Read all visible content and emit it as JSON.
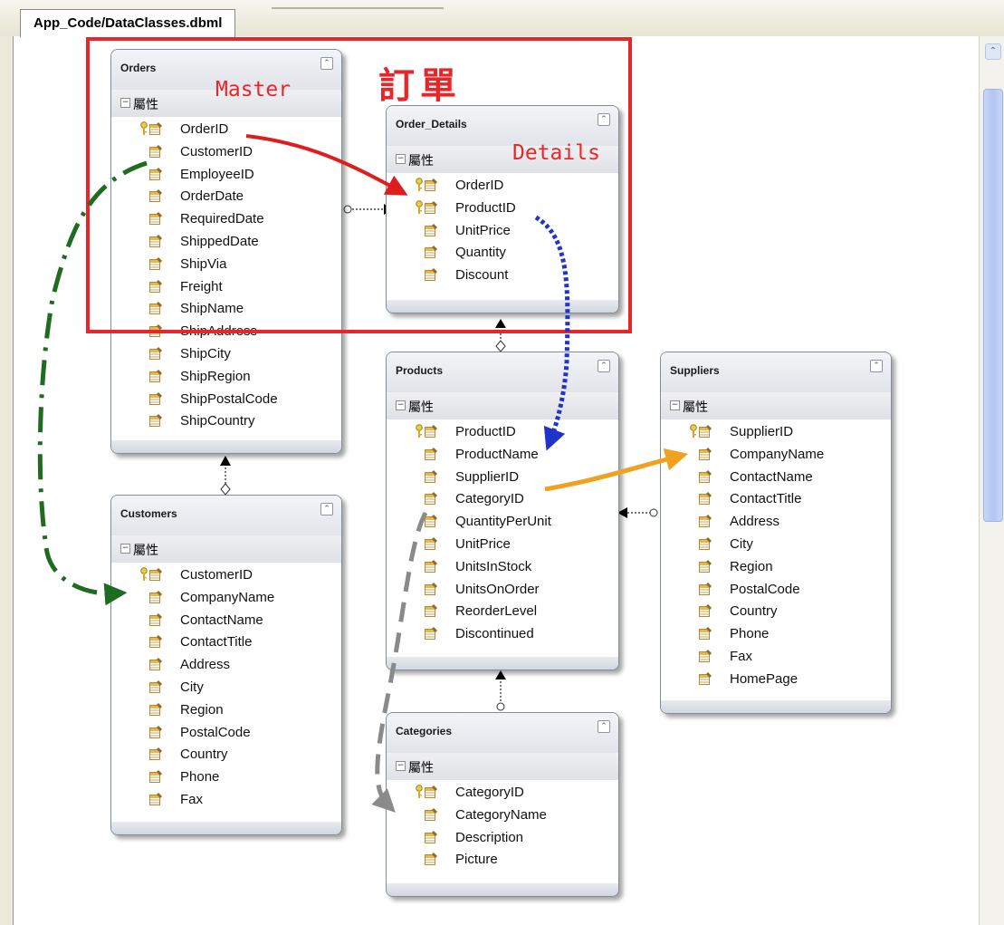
{
  "tab": {
    "label": "App_Code/DataClasses.dbml"
  },
  "annotations": {
    "title_zh": "訂單",
    "master": "Master",
    "details": "Details"
  },
  "colors": {
    "annotation_red": "#e8262a",
    "arrow_red": "#e01d1d",
    "arrow_blue": "#2233cc",
    "arrow_green": "#1f6b1f",
    "arrow_orange": "#f2a020",
    "arrow_gray": "#8a8a8a"
  },
  "group_label": "屬性",
  "entities": {
    "orders": {
      "name": "Orders",
      "props": [
        {
          "name": "OrderID",
          "key": true
        },
        {
          "name": "CustomerID",
          "key": false
        },
        {
          "name": "EmployeeID",
          "key": false
        },
        {
          "name": "OrderDate",
          "key": false
        },
        {
          "name": "RequiredDate",
          "key": false
        },
        {
          "name": "ShippedDate",
          "key": false
        },
        {
          "name": "ShipVia",
          "key": false
        },
        {
          "name": "Freight",
          "key": false
        },
        {
          "name": "ShipName",
          "key": false
        },
        {
          "name": "ShipAddress",
          "key": false
        },
        {
          "name": "ShipCity",
          "key": false
        },
        {
          "name": "ShipRegion",
          "key": false
        },
        {
          "name": "ShipPostalCode",
          "key": false
        },
        {
          "name": "ShipCountry",
          "key": false
        }
      ]
    },
    "order_details": {
      "name": "Order_Details",
      "props": [
        {
          "name": "OrderID",
          "key": true
        },
        {
          "name": "ProductID",
          "key": true
        },
        {
          "name": "UnitPrice",
          "key": false
        },
        {
          "name": "Quantity",
          "key": false
        },
        {
          "name": "Discount",
          "key": false
        }
      ]
    },
    "products": {
      "name": "Products",
      "props": [
        {
          "name": "ProductID",
          "key": true
        },
        {
          "name": "ProductName",
          "key": false
        },
        {
          "name": "SupplierID",
          "key": false
        },
        {
          "name": "CategoryID",
          "key": false
        },
        {
          "name": "QuantityPerUnit",
          "key": false
        },
        {
          "name": "UnitPrice",
          "key": false
        },
        {
          "name": "UnitsInStock",
          "key": false
        },
        {
          "name": "UnitsOnOrder",
          "key": false
        },
        {
          "name": "ReorderLevel",
          "key": false
        },
        {
          "name": "Discontinued",
          "key": false
        }
      ]
    },
    "suppliers": {
      "name": "Suppliers",
      "props": [
        {
          "name": "SupplierID",
          "key": true
        },
        {
          "name": "CompanyName",
          "key": false
        },
        {
          "name": "ContactName",
          "key": false
        },
        {
          "name": "ContactTitle",
          "key": false
        },
        {
          "name": "Address",
          "key": false
        },
        {
          "name": "City",
          "key": false
        },
        {
          "name": "Region",
          "key": false
        },
        {
          "name": "PostalCode",
          "key": false
        },
        {
          "name": "Country",
          "key": false
        },
        {
          "name": "Phone",
          "key": false
        },
        {
          "name": "Fax",
          "key": false
        },
        {
          "name": "HomePage",
          "key": false
        }
      ]
    },
    "customers": {
      "name": "Customers",
      "props": [
        {
          "name": "CustomerID",
          "key": true
        },
        {
          "name": "CompanyName",
          "key": false
        },
        {
          "name": "ContactName",
          "key": false
        },
        {
          "name": "ContactTitle",
          "key": false
        },
        {
          "name": "Address",
          "key": false
        },
        {
          "name": "City",
          "key": false
        },
        {
          "name": "Region",
          "key": false
        },
        {
          "name": "PostalCode",
          "key": false
        },
        {
          "name": "Country",
          "key": false
        },
        {
          "name": "Phone",
          "key": false
        },
        {
          "name": "Fax",
          "key": false
        }
      ]
    },
    "categories": {
      "name": "Categories",
      "props": [
        {
          "name": "CategoryID",
          "key": true
        },
        {
          "name": "CategoryName",
          "key": false
        },
        {
          "name": "Description",
          "key": false
        },
        {
          "name": "Picture",
          "key": false
        }
      ]
    }
  }
}
